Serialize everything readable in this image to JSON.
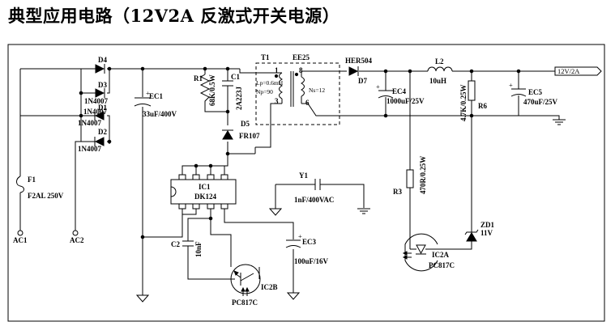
{
  "title": "典型应用电路（12V2A 反激式开关电源）",
  "components": {
    "D4": {
      "ref": "D4",
      "value": "1N4007"
    },
    "D3": {
      "ref": "D3",
      "value": "1N4007"
    },
    "D1": {
      "ref": "D1",
      "value": "1N4007"
    },
    "D2": {
      "ref": "D2",
      "value": "1N4007"
    },
    "EC1": {
      "ref": "EC1",
      "value": "33uF/400V"
    },
    "R1": {
      "ref": "R1",
      "value": "68K/0.5W"
    },
    "C1": {
      "ref": "C1",
      "value": "2A223J"
    },
    "D5": {
      "ref": "D5",
      "value": "FR107"
    },
    "T1": {
      "ref": "T1",
      "core": "EE25",
      "lp": "Lp=0.6mH",
      "np": "Np=90",
      "ns": "Ns=12",
      "pin1": "1",
      "pin3": "3",
      "pin6": "6",
      "pin8": "8"
    },
    "D7": {
      "ref": "D7",
      "value": "HER504"
    },
    "EC4": {
      "ref": "EC4",
      "value": "1000uF/25V"
    },
    "L2": {
      "ref": "L2",
      "value": "10uH"
    },
    "R6": {
      "ref": "R6",
      "value": "4.7K/0.25W"
    },
    "EC5": {
      "ref": "EC5",
      "value": "470uF/25V"
    },
    "F1": {
      "ref": "F1",
      "value": "F2AL 250V"
    },
    "IC1": {
      "ref": "IC1",
      "value": "DK124"
    },
    "Y1": {
      "ref": "Y1",
      "value": "1nF/400VAC"
    },
    "R3": {
      "ref": "R3",
      "value": "470R/0.25W"
    },
    "C2": {
      "ref": "C2",
      "value": "10nF"
    },
    "EC3": {
      "ref": "EC3",
      "value": "100uF/16V"
    },
    "IC2A": {
      "ref": "IC2A",
      "value": "PC817C"
    },
    "IC2B": {
      "ref": "IC2B",
      "value": "PC817C"
    },
    "ZD1": {
      "ref": "ZD1",
      "value": "11V"
    }
  },
  "terminals": {
    "ac1": "AC1",
    "ac2": "AC2",
    "output": "12V/2A"
  },
  "plus": "+"
}
